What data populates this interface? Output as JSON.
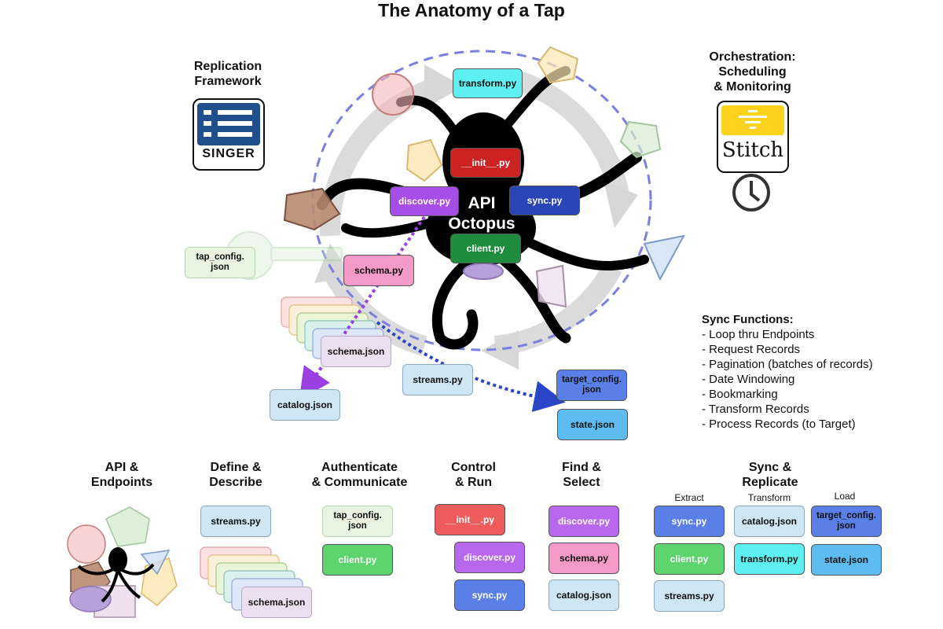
{
  "title": "The Anatomy of a Tap",
  "octopus": {
    "line1": "API",
    "line2": "Octopus"
  },
  "replication": {
    "heading": [
      "Replication",
      "Framework"
    ],
    "logo_text": "SINGER"
  },
  "orchestration": {
    "heading": [
      "Orchestration:",
      "Scheduling",
      "& Monitoring"
    ],
    "logo_text": "Stitch"
  },
  "diagram_boxes": {
    "transform": "transform.py",
    "init": "__init__.py",
    "discover": "discover.py",
    "sync": "sync.py",
    "client": "client.py",
    "schema_py": "schema.py",
    "tap_config": [
      "tap_config.",
      "json"
    ],
    "schema_json": "schema.json",
    "streams": "streams.py",
    "catalog": "catalog.json",
    "target_config": [
      "target_config.",
      "json"
    ],
    "state": "state.json"
  },
  "sync_functions": {
    "title": "Sync Functions:",
    "items": [
      "- Loop thru Endpoints",
      "- Request Records",
      "- Pagination (batches of records)",
      "- Date Windowing",
      "- Bookmarking",
      "- Transform Records",
      "- Process Records (to Target)"
    ]
  },
  "bottom": {
    "api": {
      "heading": [
        "API &",
        "Endpoints"
      ]
    },
    "define": {
      "heading": [
        "Define &",
        "Describe"
      ],
      "streams": "streams.py",
      "schema_json": "schema.json"
    },
    "auth": {
      "heading": [
        "Authenticate",
        "& Communicate"
      ],
      "tap_config": [
        "tap_config.",
        "json"
      ],
      "client": "client.py"
    },
    "control": {
      "heading": [
        "Control",
        "& Run"
      ],
      "init": "__init__.py",
      "discover": "discover.py",
      "sync": "sync.py"
    },
    "find": {
      "heading": [
        "Find &",
        "Select"
      ],
      "discover": "discover.py",
      "schema": "schema.py",
      "catalog": "catalog.json"
    },
    "sync_replicate": {
      "heading": [
        "Sync &",
        "Replicate"
      ],
      "extract_label": "Extract",
      "transform_label": "Transform",
      "load_label": "Load",
      "extract": [
        "sync.py",
        "client.py",
        "streams.py"
      ],
      "transform": [
        "catalog.json",
        "transform.py"
      ],
      "load": [
        [
          "target_config.",
          "json"
        ],
        "state.json"
      ]
    }
  },
  "colors": {
    "cyan": "#5ef0f0",
    "red": "#cc2222",
    "purple": "#a64ee6",
    "blue": "#2a45b8",
    "green": "#1e8e3e",
    "pink": "#f39ac8",
    "light_green": "#e6f4e0",
    "light_blue": "#cfe6f5",
    "sky": "#5ebdf0",
    "stitch_yellow": "#fcd21c",
    "singer_blue": "#1f4f8c"
  }
}
